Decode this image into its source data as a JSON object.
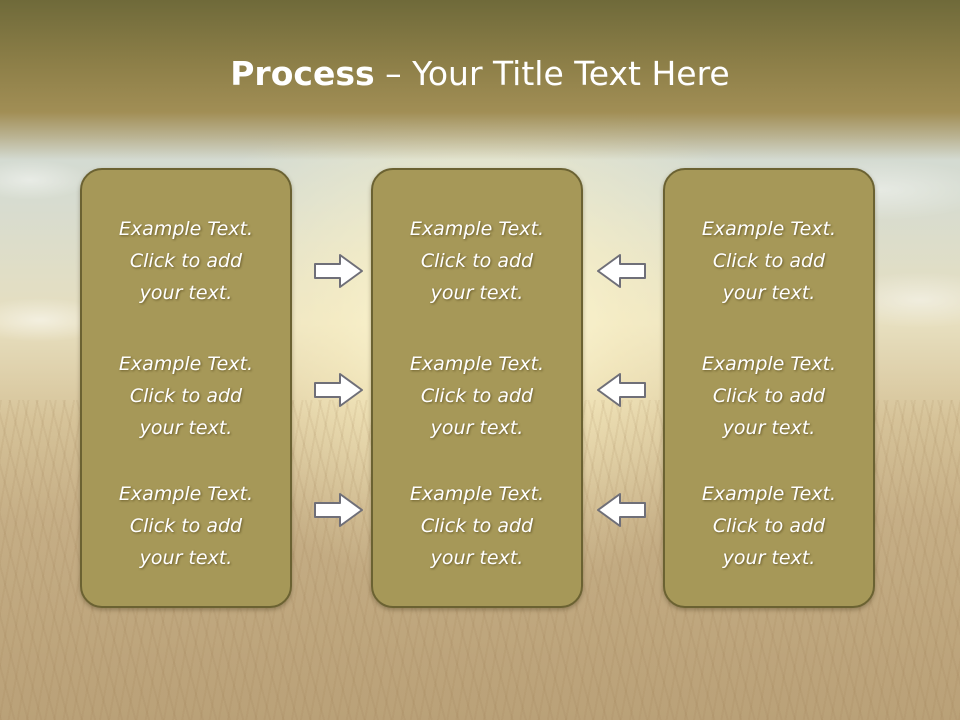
{
  "slide": {
    "title_bold": "Process",
    "title_rest": " – Your Title Text Here"
  },
  "columns": [
    {
      "blocks": [
        {
          "line1": "Example Text.",
          "line2": "Click  to add",
          "line3": "your text."
        },
        {
          "line1": "Example Text.",
          "line2": "Click  to add",
          "line3": "your text."
        },
        {
          "line1": "Example Text.",
          "line2": "Click  to add",
          "line3": "your text."
        }
      ]
    },
    {
      "blocks": [
        {
          "line1": "Example Text.",
          "line2": "Click  to add",
          "line3": "your text."
        },
        {
          "line1": "Example Text.",
          "line2": "Click  to add",
          "line3": "your text."
        },
        {
          "line1": "Example Text.",
          "line2": "Click  to add",
          "line3": "your text."
        }
      ]
    },
    {
      "blocks": [
        {
          "line1": "Example Text.",
          "line2": "Click  to add",
          "line3": "your text."
        },
        {
          "line1": "Example Text.",
          "line2": "Click  to add",
          "line3": "your text."
        },
        {
          "line1": "Example Text.",
          "line2": "Click  to add",
          "line3": "your text."
        }
      ]
    }
  ],
  "arrows": {
    "left": [
      "arrow-right-icon",
      "arrow-right-icon",
      "arrow-right-icon"
    ],
    "right": [
      "arrow-left-icon",
      "arrow-left-icon",
      "arrow-left-icon"
    ]
  },
  "colors": {
    "box_fill": "#a69858",
    "box_border": "#6b6232",
    "title_band": "#8d7f48",
    "arrow_fill": "#ffffff",
    "arrow_stroke": "#6f6f78"
  }
}
